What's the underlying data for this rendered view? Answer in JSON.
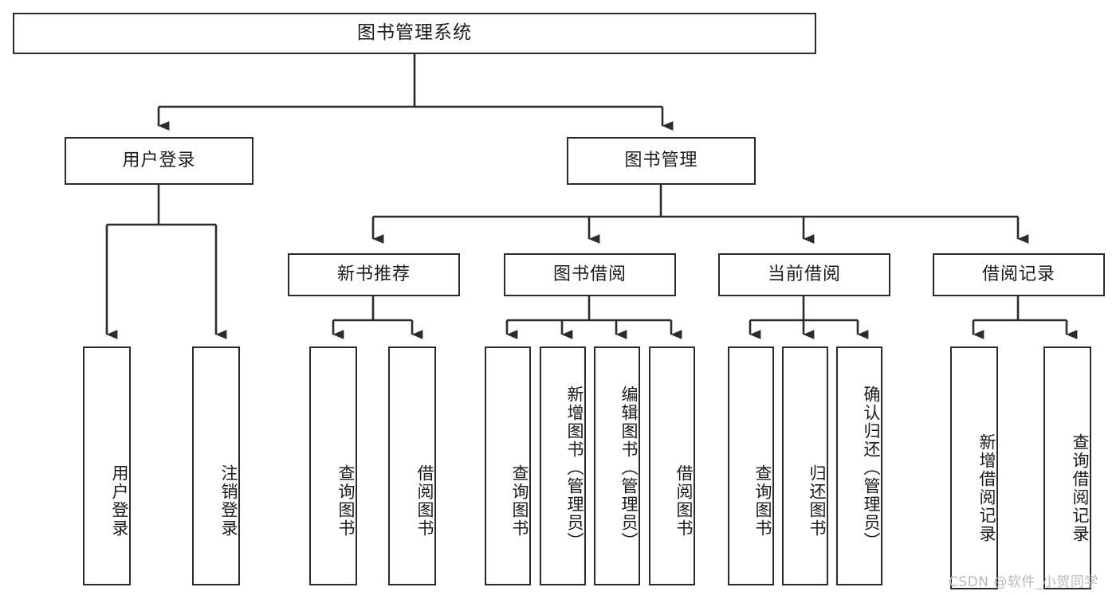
{
  "diagram": {
    "type": "tree",
    "title": "图书管理系统",
    "orientation": "top-down",
    "colors": {
      "box_border": "#2b2b2b",
      "box_fill": "#ffffff",
      "edge": "#2b2b2b",
      "text": "#1a1a1a",
      "watermark": "#b9b9b9"
    },
    "root": {
      "label": "图书管理系统"
    },
    "level2": [
      {
        "label": "用户登录"
      },
      {
        "label": "图书管理"
      }
    ],
    "level3": [
      {
        "label": "新书推荐"
      },
      {
        "label": "图书借阅"
      },
      {
        "label": "当前借阅"
      },
      {
        "label": "借阅记录"
      }
    ],
    "leaves": {
      "user_login": [
        {
          "label": "用户登录"
        },
        {
          "label": "注销登录"
        }
      ],
      "new_book_recommend": [
        {
          "label": "查询图书"
        },
        {
          "label": "借阅图书"
        }
      ],
      "book_borrow": [
        {
          "label": "查询图书"
        },
        {
          "label": "新增图书（管理员）"
        },
        {
          "label": "编辑图书（管理员）"
        },
        {
          "label": "借阅图书"
        }
      ],
      "current_borrow": [
        {
          "label": "查询图书"
        },
        {
          "label": "归还图书"
        },
        {
          "label": "确认归还（管理员）"
        }
      ],
      "borrow_record": [
        {
          "label": "新增借阅记录"
        },
        {
          "label": "查询借阅记录"
        }
      ]
    },
    "watermark": "CSDN @软件_小贺同学"
  }
}
